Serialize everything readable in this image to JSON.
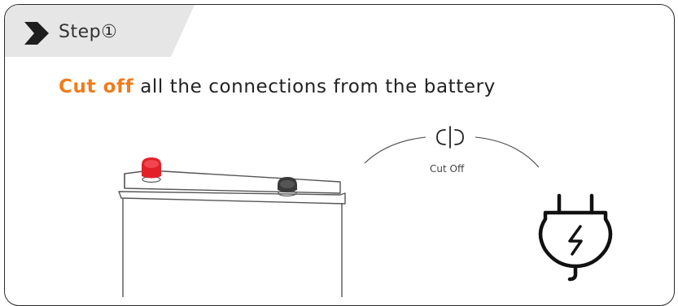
{
  "step": {
    "label": "Step①",
    "icon": "chevron-right-icon"
  },
  "headline": {
    "accent": "Cut off",
    "rest": " all the connections from the battery"
  },
  "illustration": {
    "cutoff_label": "Cut Off",
    "positive_terminal_color": "#e3202a",
    "negative_terminal_color": "#3a3a3a",
    "icons": [
      "battery-icon",
      "disconnect-icon",
      "power-plug-icon"
    ]
  },
  "colors": {
    "accent": "#f07c1c",
    "tab_background": "#e6e6e6",
    "border": "#2a2a2a"
  }
}
